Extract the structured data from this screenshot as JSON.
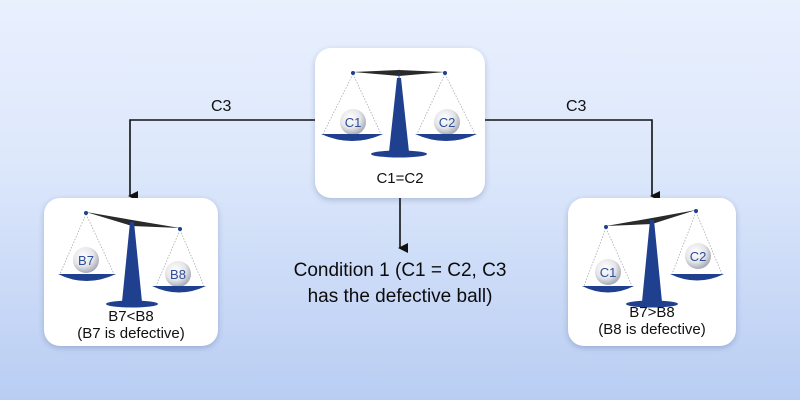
{
  "edges": {
    "left_label": "C3",
    "right_label": "C3"
  },
  "top_scale": {
    "left_ball": "C1",
    "right_ball": "C2",
    "caption": "C1=C2"
  },
  "left_scale": {
    "left_ball": "B7",
    "right_ball": "B8",
    "caption_line1": "B7<B8",
    "caption_line2": "(B7 is defective)"
  },
  "right_scale": {
    "left_ball": "C1",
    "right_ball": "C2",
    "caption_line1": "B7>B8",
    "caption_line2": "(B8 is defective)"
  },
  "condition": {
    "line1": "Condition 1 (C1 = C2, C3",
    "line2": "has the defective ball)"
  },
  "colors": {
    "scale_blue": "#1f3f8f",
    "beam": "#2a2a2a",
    "ball_text": "#2b4e99"
  }
}
